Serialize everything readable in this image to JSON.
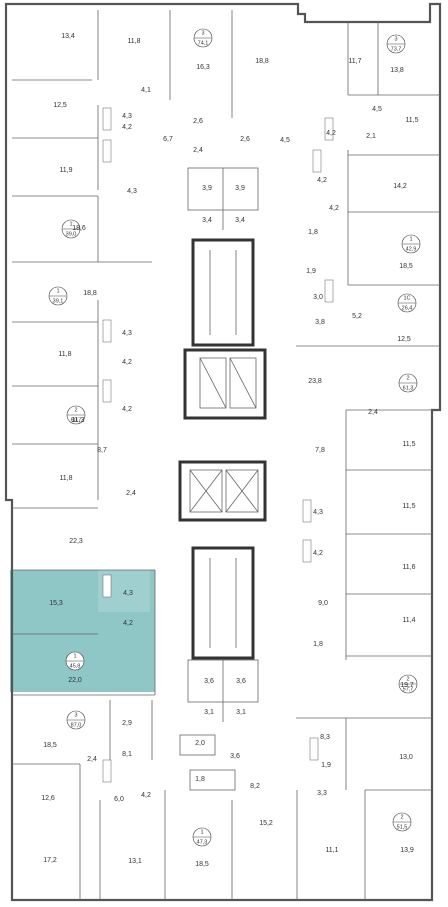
{
  "colors": {
    "highlight": "#8ec7c6",
    "wall": "#555555",
    "background": "#ffffff"
  },
  "selected_unit": "1",
  "units": [
    {
      "rooms": "3",
      "area": "74,1"
    },
    {
      "rooms": "3",
      "area": "73,7"
    },
    {
      "rooms": "1",
      "area": "39,0"
    },
    {
      "rooms": "1",
      "area": "42,9"
    },
    {
      "rooms": "1",
      "area": "39,1"
    },
    {
      "rooms": "1С",
      "area": "26,4"
    },
    {
      "rooms": "2",
      "area": "60,7"
    },
    {
      "rooms": "2",
      "area": "61,3"
    },
    {
      "rooms": "1",
      "area": "45,8"
    },
    {
      "rooms": "3",
      "area": "87,0"
    },
    {
      "rooms": "2",
      "area": "57,7"
    },
    {
      "rooms": "1",
      "area": "47,3"
    },
    {
      "rooms": "2",
      "area": "51,5"
    }
  ],
  "room_areas": [
    "13,4",
    "11,8",
    "16,3",
    "18,8",
    "11,7",
    "13,8",
    "4,1",
    "12,5",
    "4,3",
    "4,2",
    "6,7",
    "2,6",
    "2,4",
    "2,6",
    "4,5",
    "4,5",
    "4,2",
    "2,1",
    "11,5",
    "11,9",
    "4,3",
    "3,9",
    "3,9",
    "4,2",
    "14,2",
    "18,6",
    "3,4",
    "3,4",
    "4,2",
    "1,8",
    "18,5",
    "1,9",
    "18,8",
    "3,0",
    "5,2",
    "3,8",
    "12,5",
    "4,3",
    "11,8",
    "4,2",
    "23,8",
    "4,2",
    "11,3",
    "2,4",
    "11,5",
    "8,7",
    "7,8",
    "11,8",
    "2,4",
    "11,5",
    "4,3",
    "4,2",
    "22,3",
    "11,6",
    "15,3",
    "4,3",
    "9,0",
    "4,2",
    "11,4",
    "1,8",
    "22,0",
    "3,6",
    "3,6",
    "19,7",
    "2,9",
    "3,1",
    "3,1",
    "18,5",
    "8,1",
    "2,0",
    "3,6",
    "8,3",
    "1,9",
    "13,0",
    "2,4",
    "1,8",
    "8,2",
    "3,3",
    "12,6",
    "6,0",
    "4,2",
    "17,2",
    "13,1",
    "18,5",
    "15,2",
    "11,1",
    "13,9"
  ]
}
